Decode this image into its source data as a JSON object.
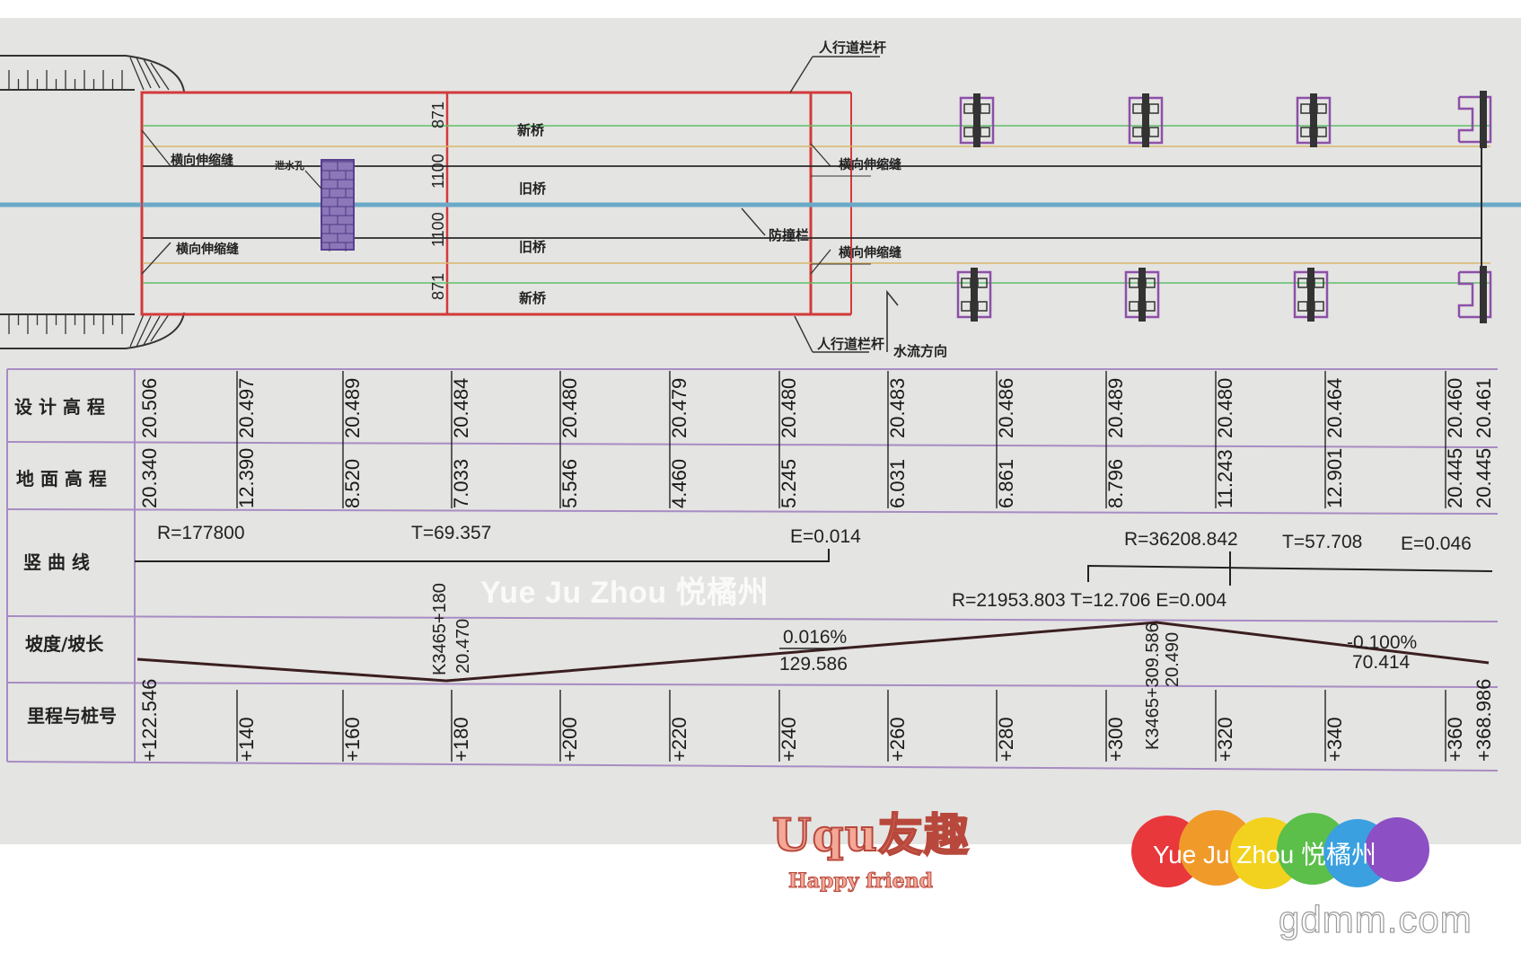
{
  "plan": {
    "guardrail_label": "人行道栏杆",
    "expansion_joint_label": "横向伸缩缝",
    "new_bridge_label": "新桥",
    "old_bridge_label": "旧桥",
    "barrier_label": "防撞栏",
    "water_flow_label": "水流方向",
    "drain_label": "泄水孔",
    "width_outer": "871",
    "width_inner": "1100",
    "centerline_color": "#6aa9c7",
    "edge_color": "#d23a3a"
  },
  "profile": {
    "row_labels": {
      "design": "设 计 高 程",
      "ground": "地 面 高 程",
      "vcurve": "竖 曲 线",
      "slope": "坡度/坡长",
      "chainage": "里程与桩号"
    },
    "design_elev": [
      "20.506",
      "20.497",
      "20.489",
      "20.484",
      "20.480",
      "20.479",
      "20.480",
      "20.483",
      "20.486",
      "20.489",
      "20.480",
      "20.464",
      "20.460",
      "20.461"
    ],
    "ground_elev": [
      "20.340",
      "12.390",
      "8.520",
      "7.033",
      "5.546",
      "4.460",
      "5.245",
      "6.031",
      "6.861",
      "8.796",
      "11.243",
      "12.901",
      "20.445",
      "20.445"
    ],
    "chainage": [
      "+122.546",
      "+140",
      "+160",
      "+180",
      "+200",
      "+220",
      "+240",
      "+260",
      "+280",
      "+300",
      "+320",
      "+340",
      "+360",
      "+368.986"
    ],
    "vcurve1": {
      "R": "R=177800",
      "T": "T=69.357",
      "E": "E=0.014"
    },
    "vcurve2": {
      "R": "R=36208.842",
      "T": "T=57.708",
      "E": "E=0.046"
    },
    "vcurve3": "R=21953.803 T=12.706 E=0.004",
    "pvi1": {
      "station": "K3465+180",
      "elev": "20.470"
    },
    "pvi2": {
      "station": "K3465+309.586",
      "elev": "20.490"
    },
    "grade1": {
      "pct": "0.016%",
      "len": "129.586"
    },
    "grade2": {
      "pct": "-0.100%",
      "len": "70.414"
    }
  },
  "watermark": "Yue Ju Zhou 悦橘州",
  "logo": {
    "main": "Uqu友趣",
    "sub": "Happy friend"
  },
  "badge": "Yue Ju Zhou 悦橘州",
  "site": "gdmm.com"
}
